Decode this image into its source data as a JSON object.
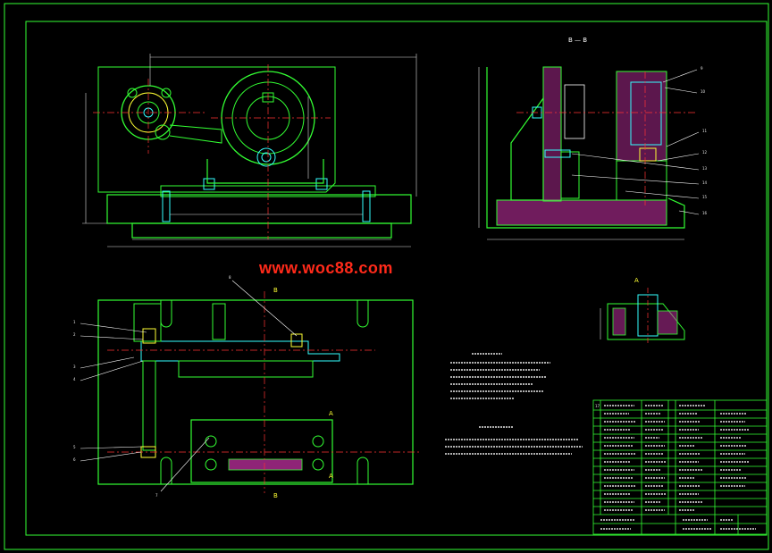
{
  "watermark": "www.woc88.com",
  "section_label": "B — B",
  "detail_label": "A",
  "view_marks": {
    "b": "B",
    "a": "A"
  },
  "colors": {
    "background": "#000000",
    "frame": "#33ff33",
    "outline": "#33ff33",
    "center_line": "#ff3333",
    "dimension": "#dddddd",
    "hatch": "#cc33aa",
    "part": "#33ffff",
    "leader": "#ffffff",
    "watermark": "#ff2a1a"
  },
  "balloons": [
    "1",
    "2",
    "3",
    "4",
    "5",
    "6",
    "7",
    "8",
    "9",
    "10",
    "11",
    "12",
    "13",
    "14",
    "15",
    "16",
    "17"
  ]
}
